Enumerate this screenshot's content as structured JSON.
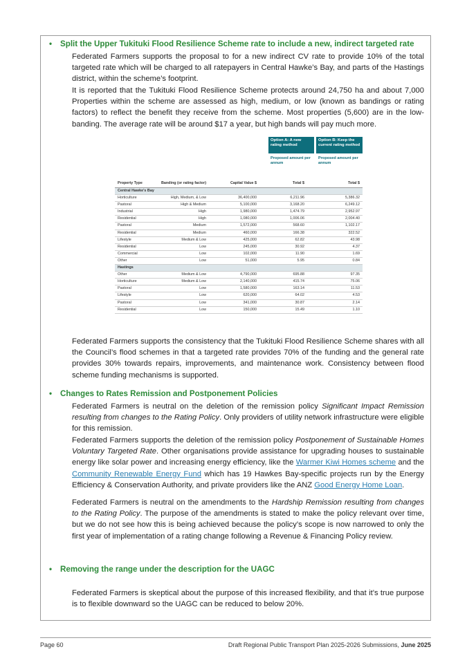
{
  "section1": {
    "title": "Split the Upper Tukituki Flood Resilience Scheme rate to include a new, indirect targeted rate",
    "para1": "Federated Farmers supports the proposal to for a new indirect CV rate to provide 10% of the total targeted rate which will be charged to all ratepayers in Central Hawke’s Bay, and parts of the Hastings district, within the scheme’s footprint.",
    "para2": "It is reported that the Tukituki Flood Resilience Scheme protects around 24,750 ha and about 7,000 Properties within the scheme are assessed as high, medium, or low (known as bandings or rating factors) to reflect the benefit they receive from the scheme. Most properties (5,600) are in the low-banding.  The average rate will be around $17 a year, but high bands will pay much more.",
    "para3": "Federated Farmers supports the consistency that the Tukituki Flood Resilience Scheme shares with all the Council’s flood schemes in that a targeted rate provides 70% of the funding and the general rate provides 30% towards repairs, improvements, and maintenance work.  Consistency between flood scheme funding mechanisms is supported."
  },
  "table": {
    "optionA": "Option A: A new rating method",
    "optionB": "Option B: Keep the current rating method",
    "subA": "Proposed amount per annum",
    "subB": "Proposed amount per annum",
    "headers": [
      "Property Type",
      "Banding (or rating factor)",
      "Capital Value $",
      "Total $",
      "Total $"
    ],
    "rows": [
      {
        "group": "Central Hawke's Bay"
      },
      {
        "cells": [
          "Horticulture",
          "High, Medium, & Low",
          "36,400,000",
          "6,211.96",
          "5,386.32"
        ]
      },
      {
        "cells": [
          "Pastoral",
          "High & Medium",
          "5,100,000",
          "3,168.20",
          "6,249.12"
        ]
      },
      {
        "cells": [
          "Industrial",
          "High",
          "1,980,000",
          "1,474.79",
          "2,952.97"
        ]
      },
      {
        "cells": [
          "Residential",
          "High",
          "1,080,000",
          "1,006.06",
          "2,004.40"
        ]
      },
      {
        "cells": [
          "Pastoral",
          "Medium",
          "1,572,000",
          "568.60",
          "1,102.17"
        ]
      },
      {
        "cells": [
          "Residential",
          "Medium",
          "460,000",
          "166.38",
          "322.52"
        ]
      },
      {
        "cells": [
          "Lifestyle",
          "Medium & Low",
          "425,000",
          "62.82",
          "43.98"
        ]
      },
      {
        "cells": [
          "Residential",
          "Low",
          "245,000",
          "30.92",
          "4.37"
        ]
      },
      {
        "cells": [
          "Commercial",
          "Low",
          "102,000",
          "11.90",
          "1.69"
        ]
      },
      {
        "cells": [
          "Other",
          "Low",
          "51,000",
          "5.95",
          "0.84"
        ]
      },
      {
        "group": "Hastings"
      },
      {
        "cells": [
          "Other",
          "Medium & Low",
          "4,790,000",
          "695.88",
          "97.35"
        ]
      },
      {
        "cells": [
          "Horticulture",
          "Medium & Low",
          "2,140,000",
          "415.74",
          "75.06"
        ]
      },
      {
        "cells": [
          "Pastoral",
          "Low",
          "1,580,000",
          "163.14",
          "11.53"
        ]
      },
      {
        "cells": [
          "Lifestyle",
          "Low",
          "620,000",
          "64.02",
          "4.53"
        ]
      },
      {
        "cells": [
          "Pastoral",
          "Low",
          "341,000",
          "30.87",
          "2.14"
        ]
      },
      {
        "cells": [
          "Residential",
          "Low",
          "150,000",
          "15.49",
          "1.10"
        ]
      }
    ]
  },
  "section2": {
    "title": "Changes to Rates Remission and Postponement Policies",
    "p1a": "Federated Farmers is neutral on the deletion of the remission policy ",
    "p1i": "Significant Impact Remission resulting from changes to the Rating Policy",
    "p1b": ". Only providers of utility network infrastructure were eligible for this remission.",
    "p2a": "Federated Farmers supports the deletion of the remission policy ",
    "p2i": "Postponement of Sustainable Homes Voluntary Targeted Rate",
    "p2b": ".  Other organisations provide assistance for upgrading houses to sustainable energy like solar power and increasing energy efficiency, like the ",
    "link1": "Warmer Kiwi Homes scheme",
    "p2c": " and the ",
    "link2": "Community Renewable Energy Fund",
    "p2d": " which has 19 Hawkes Bay-specific projects run by the Energy Efficiency & Conservation Authority, and private providers like the ANZ ",
    "link3": "Good Energy Home Loan",
    "p2e": ".",
    "p3a": "Federated Farmers is neutral on the amendments to the ",
    "p3i": "Hardship Remission resulting from changes to the Rating Policy",
    "p3b": ". The purpose of the amendments is stated to make the policy relevant over time, but we do not see how this is being achieved because the policy’s scope is now narrowed to only the first year of implementation of a rating change following a Revenue & Financing Policy review."
  },
  "section3": {
    "title": "Removing the range under the description for the UAGC",
    "para": "Federated Farmers is skeptical about the purpose of this increased flexibility, and that it’s true purpose is to flexible downward so the UAGC can be reduced to below 20%."
  },
  "footer": {
    "page": "Page 60",
    "doc": "Draft Regional Public Transport Plan 2025-2026 Submissions, ",
    "date": "June 2025"
  }
}
